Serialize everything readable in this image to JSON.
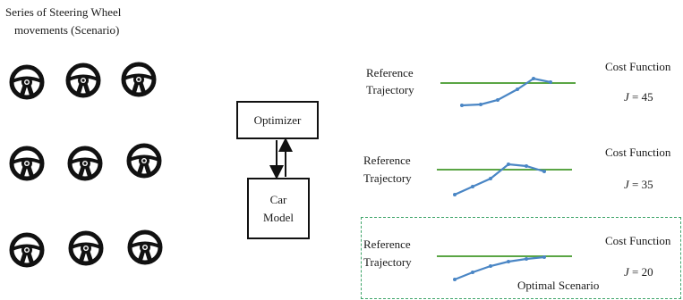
{
  "scenario_title": [
    "Series of Steering Wheel",
    "movements (Scenario)"
  ],
  "wheels": [
    "steering-wheel-icon",
    "steering-wheel-icon",
    "steering-wheel-icon",
    "steering-wheel-icon",
    "steering-wheel-icon",
    "steering-wheel-icon",
    "steering-wheel-icon",
    "steering-wheel-icon",
    "steering-wheel-icon"
  ],
  "optimizer_label": "Optimizer",
  "car_model_label": [
    "Car",
    "Model"
  ],
  "trajectories": [
    {
      "ref_label": [
        "Reference",
        "Trajectory"
      ],
      "cost_label": "Cost Function",
      "j_symbol": "J",
      "j_value": "= 45"
    },
    {
      "ref_label": [
        "Reference",
        "Trajectory"
      ],
      "cost_label": "Cost Function",
      "j_symbol": "J",
      "j_value": "= 35"
    },
    {
      "ref_label": [
        "Reference",
        "Trajectory"
      ],
      "cost_label": "Cost Function",
      "j_symbol": "J",
      "j_value": "= 20"
    }
  ],
  "optimal_label": "Optimal Scenario",
  "colors": {
    "reference_line": "#5aa544",
    "trajectory": "#4a86c5",
    "dashed_border": "#3fa56a"
  }
}
